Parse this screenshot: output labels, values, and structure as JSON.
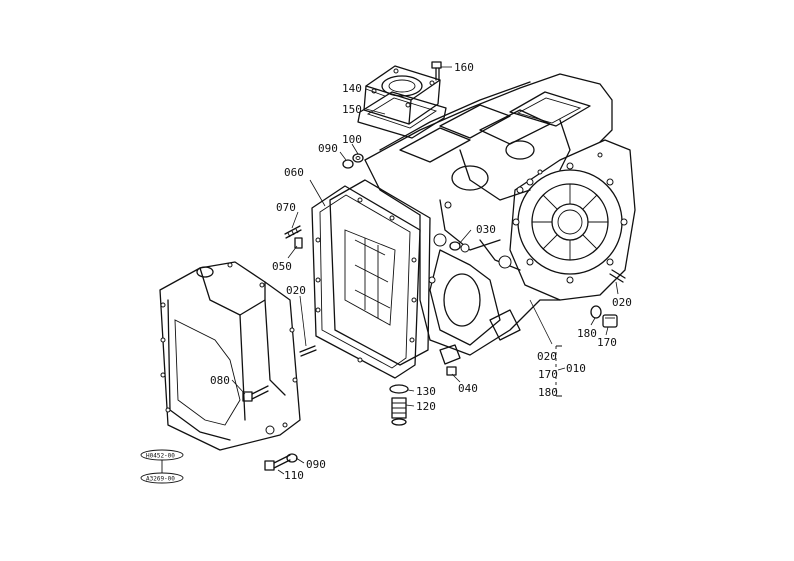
{
  "parts": [
    {
      "key": "p160",
      "label": "160"
    },
    {
      "key": "p140",
      "label": "140"
    },
    {
      "key": "p150",
      "label": "150"
    },
    {
      "key": "p100",
      "label": "100"
    },
    {
      "key": "p090a",
      "label": "090"
    },
    {
      "key": "p060",
      "label": "060"
    },
    {
      "key": "p070",
      "label": "070"
    },
    {
      "key": "p030",
      "label": "030"
    },
    {
      "key": "p050",
      "label": "050"
    },
    {
      "key": "p020a",
      "label": "020"
    },
    {
      "key": "p020b",
      "label": "020"
    },
    {
      "key": "p180a",
      "label": "180"
    },
    {
      "key": "p170a",
      "label": "170"
    },
    {
      "key": "p020c",
      "label": "020"
    },
    {
      "key": "p170b",
      "label": "170"
    },
    {
      "key": "p010",
      "label": "010"
    },
    {
      "key": "p180b",
      "label": "180"
    },
    {
      "key": "p080",
      "label": "080"
    },
    {
      "key": "p040",
      "label": "040"
    },
    {
      "key": "p130",
      "label": "130"
    },
    {
      "key": "p120",
      "label": "120"
    },
    {
      "key": "p090b",
      "label": "090"
    },
    {
      "key": "p110",
      "label": "110"
    }
  ],
  "stamps": {
    "top": "H0452-00",
    "bottom": "A3269-00"
  }
}
